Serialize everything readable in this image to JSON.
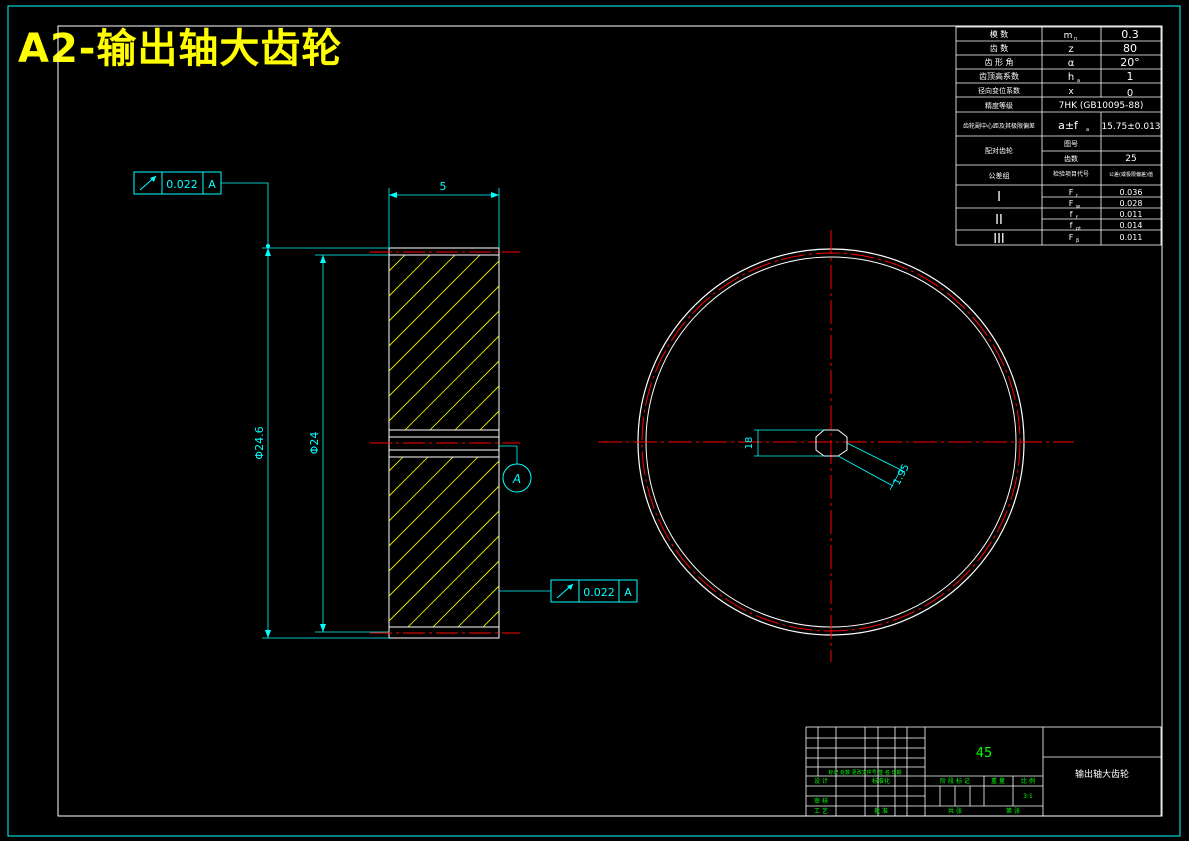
{
  "drawing_title": "A2-输出轴大齿轮",
  "dimensions": {
    "width": "5",
    "outer_dia": "Φ24.6",
    "root_dia": "Φ24",
    "keyway": "18",
    "bore": "1.95"
  },
  "datum": {
    "label": "A"
  },
  "runout_tolerances": [
    {
      "value": "0.022",
      "datum": "A"
    },
    {
      "value": "0.022",
      "datum": "A"
    }
  ],
  "params_table": {
    "rows": [
      {
        "name": "模 数",
        "symbol": "m",
        "sub": "n",
        "value": "0.3"
      },
      {
        "name": "齿 数",
        "symbol": "z",
        "sub": "",
        "value": "80"
      },
      {
        "name": "齿 形 角",
        "symbol": "α",
        "sub": "",
        "value": "20°"
      },
      {
        "name": "齿顶高系数",
        "symbol": "h",
        "sub": "a",
        "value": "1"
      },
      {
        "name": "径向变位系数",
        "symbol": "x",
        "sub": "",
        "value": "0"
      },
      {
        "name": "精度等级",
        "merged_value": "7HK (GB10095-88)"
      },
      {
        "name": "齿轮副中心距及其极限偏差",
        "symbol": "a±f",
        "sub": "a",
        "value": "15.75±0.013"
      },
      {
        "name": "配对齿轮",
        "sub_rows": [
          {
            "label": "图号",
            "value": ""
          },
          {
            "label": "齿数",
            "value": "25"
          }
        ]
      },
      {
        "name": "公差组",
        "label": "检验项目代号",
        "value": "公差(或极限偏差)值"
      }
    ],
    "groups": [
      {
        "roman": "I",
        "items": [
          {
            "code": "F",
            "sub": "r",
            "value": "0.036"
          },
          {
            "code": "F",
            "sub": "w",
            "value": "0.028"
          }
        ]
      },
      {
        "roman": "II",
        "items": [
          {
            "code": "f",
            "sub": "f",
            "value": "0.011"
          },
          {
            "code": "f",
            "sub": "pt",
            "value": "0.014"
          }
        ]
      },
      {
        "roman": "III",
        "items": [
          {
            "code": "F",
            "sub": "β",
            "value": "0.011"
          }
        ]
      }
    ]
  },
  "title_block": {
    "material": "45",
    "part_name": "输出轴大齿轮",
    "sign_rows": [
      "标记 处数 更改文件号 签 名 日期",
      "设 计",
      "审 核",
      "工 艺"
    ],
    "std_label": "标准化",
    "approve_label": "批 准",
    "stage_label": "阶 段 标 记",
    "weight_label": "重 量",
    "scale_label": "比 例",
    "scale_value": "3:1",
    "sheets_label": "共 张",
    "sheet_label": "第 张"
  },
  "colors": {
    "background": "#000000",
    "outline": "#ffffff",
    "dimension": "#00ffff",
    "centerline": "#ff0000",
    "hatch": "#ffff00",
    "title": "#ffff00",
    "table_text": "#ffffff",
    "title_block_text": "#00ff00"
  }
}
